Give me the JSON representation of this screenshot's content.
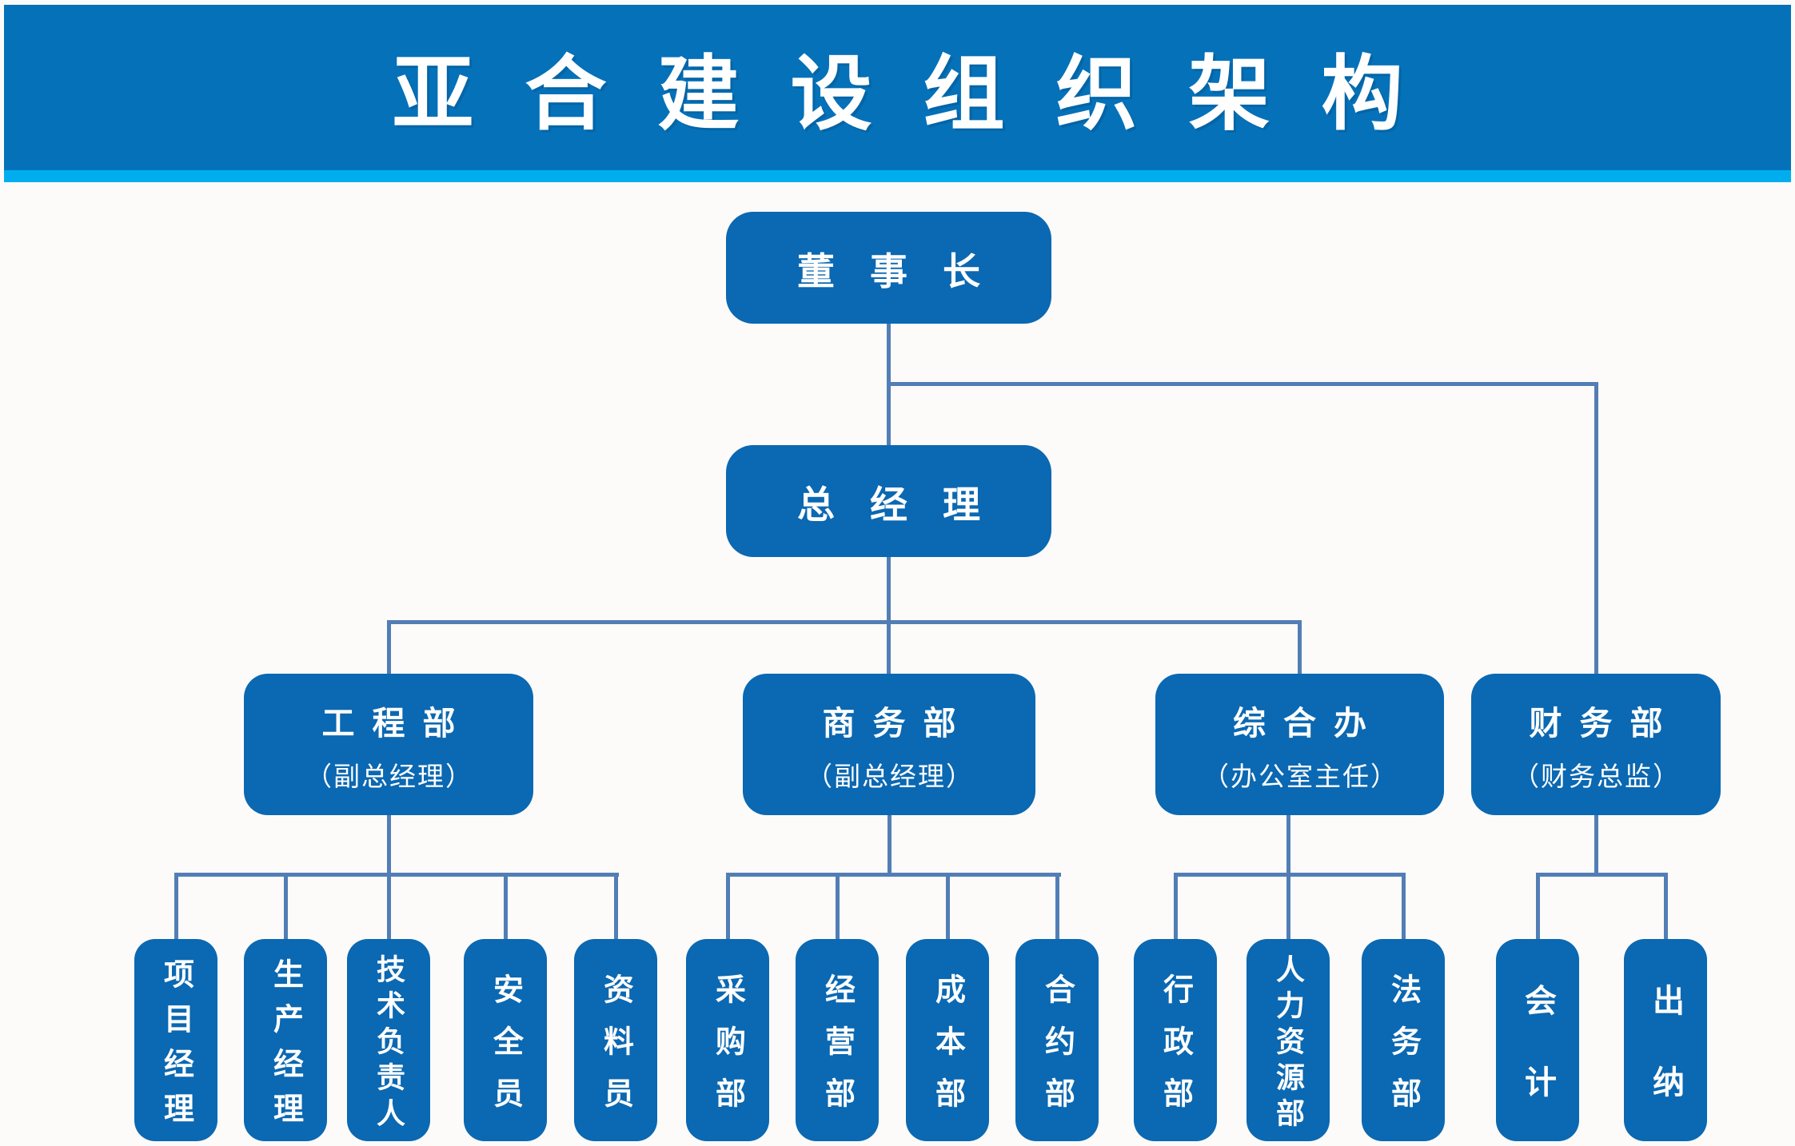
{
  "banner": {
    "title": "亚合建设组织架构"
  },
  "org": {
    "chairman": {
      "label": "董事长"
    },
    "general_manager": {
      "label": "总经理"
    },
    "departments": [
      {
        "label": "工程部",
        "subtitle": "（副总经理）",
        "children": [
          {
            "label": "项目经理"
          },
          {
            "label": "生产经理"
          },
          {
            "label": "技术负责人"
          },
          {
            "label": "安全员"
          },
          {
            "label": "资料员"
          }
        ]
      },
      {
        "label": "商务部",
        "subtitle": "（副总经理）",
        "children": [
          {
            "label": "采购部"
          },
          {
            "label": "经营部"
          },
          {
            "label": "成本部"
          },
          {
            "label": "合约部"
          }
        ]
      },
      {
        "label": "综合办",
        "subtitle": "（办公室主任）",
        "children": [
          {
            "label": "行政部"
          },
          {
            "label": "人力资源部"
          },
          {
            "label": "法务部"
          }
        ]
      },
      {
        "label": "财务部",
        "subtitle": "（财务总监）",
        "children": [
          {
            "label": "会计"
          },
          {
            "label": "出纳"
          }
        ]
      }
    ]
  },
  "colors": {
    "banner_blue": "#0571b9",
    "strip_cyan": "#00aeef",
    "node_blue": "#0b68b2",
    "connector_blue": "#527eb5",
    "text_white": "#ffffff"
  }
}
